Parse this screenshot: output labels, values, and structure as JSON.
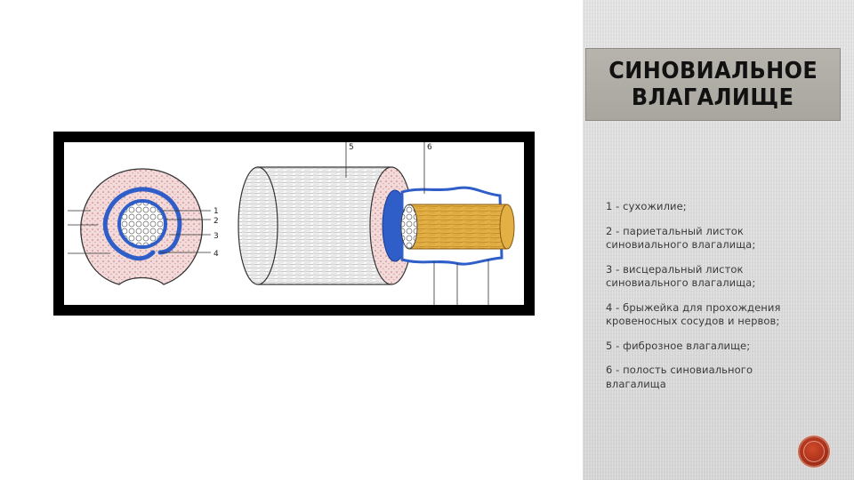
{
  "slide": {
    "title_lines": [
      "СИНОВИАЛЬНОЕ",
      "ВЛАГАЛИЩЕ"
    ],
    "legend": [
      "1 - сухожилие;",
      "2 - париетальный листок синовиального влагалища;",
      "3 - висцеральный листок синовиального влагалища;",
      "4 - брыжейка для прохождения кровеносных сосудов и нервов;",
      "5 - фиброзное влагалище;",
      "6 - полость синовиального влагалища"
    ]
  },
  "figure": {
    "callouts": [
      "1",
      "2",
      "3",
      "4",
      "5",
      "6"
    ],
    "colors": {
      "fibrous_sheath": "#f3dada",
      "synovial_layer": "#2f5ec9",
      "tendon": "#e3b046",
      "frame": "#000000"
    }
  },
  "controls": {
    "corner_button_icon": "circle-button-icon",
    "accent": "#b0361c"
  }
}
